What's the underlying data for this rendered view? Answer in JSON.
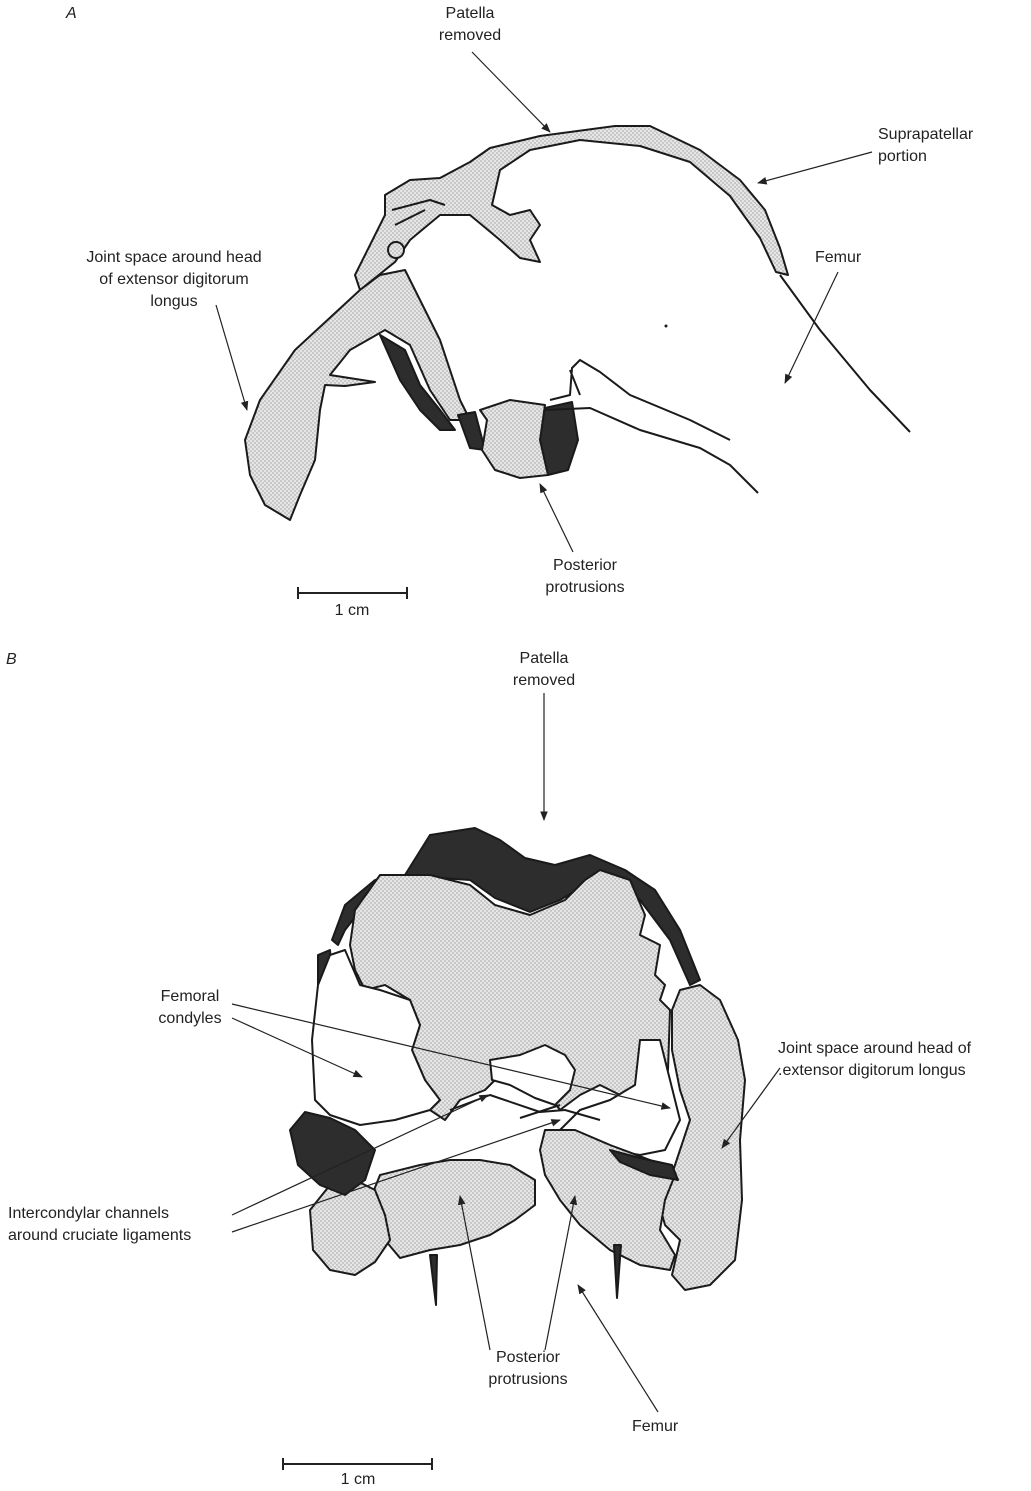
{
  "panel_a": {
    "letter": "A",
    "labels": {
      "patella": "Patella\nremoved",
      "suprapatellar": "Suprapatellar\nportion",
      "joint_space": "Joint space around head\nof extensor digitorum\nlongus",
      "femur": "Femur",
      "posterior": "Posterior\nprotrusions"
    },
    "scale_label": "1 cm"
  },
  "panel_b": {
    "letter": "B",
    "labels": {
      "patella": "Patella\nremoved",
      "condyles": "Femoral\ncondyles",
      "joint_space": "Joint space around head of\n.extensor digitorum longus",
      "intercondylar": "Intercondylar channels\naround cruciate ligaments",
      "posterior": "Posterior\nprotrusions",
      "femur": "Femur"
    },
    "scale_label": "1 cm"
  },
  "colors": {
    "stipple": "#dcdcdc",
    "dark": "#2d2d2d",
    "outline": "#1a1a1a"
  }
}
